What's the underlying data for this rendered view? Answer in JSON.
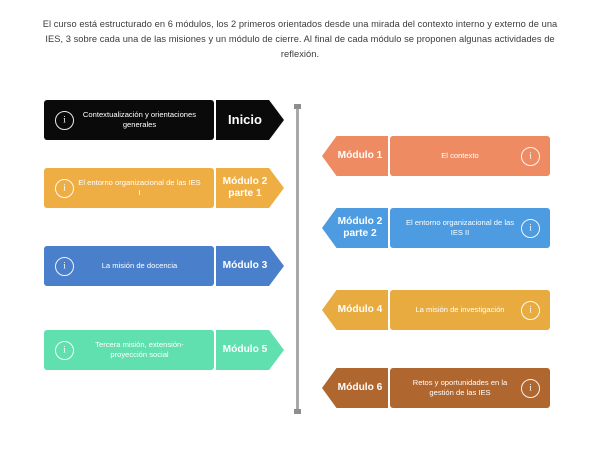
{
  "intro": {
    "text": "El curso está estructurado en 6 módulos, los 2 primeros orientados desde una mirada del contexto interno y externo de una IES, 3 sobre cada una de las misiones y un módulo de cierre. Al final de cada módulo se proponen algunas actividades de reflexión."
  },
  "icons": {
    "info": "info-icon",
    "info_glyph": "i"
  },
  "colors": {
    "black": "#0a0a0a",
    "amber": "#EFAE43",
    "blue": "#4A7FCB",
    "mint": "#5FE0AE",
    "salmon": "#EE8B63",
    "sky": "#4D9BE0",
    "gold": "#E8AB3F",
    "brown": "#B0662F",
    "timeline": "#a9a9a9",
    "text": "#3b3b3b"
  },
  "timeline": {
    "name": "vertical-timeline"
  },
  "left_column": [
    {
      "tag": "Inicio",
      "label": "Contextualización y orientaciones generales",
      "color": "#0a0a0a"
    },
    {
      "tag": "Módulo 2 parte 1",
      "label": "El entorno organizacional de las IES I",
      "color": "#EFAE43"
    },
    {
      "tag": "Módulo 3",
      "label": "La misión de docencia",
      "color": "#4A7FCB"
    },
    {
      "tag": "Módulo 5",
      "label": "Tercera misión, extensión-proyección social",
      "color": "#5FE0AE"
    }
  ],
  "right_column": [
    {
      "tag": "Módulo 1",
      "label": "El contexto",
      "color": "#EE8B63"
    },
    {
      "tag": "Módulo 2 parte 2",
      "label": "El entorno organizacional de las IES II",
      "color": "#4D9BE0"
    },
    {
      "tag": "Módulo 4",
      "label": "La misión de investigación",
      "color": "#E8AB3F"
    },
    {
      "tag": "Módulo 6",
      "label": "Retos y oportunidades en la gestión de las IES",
      "color": "#B0662F"
    }
  ]
}
